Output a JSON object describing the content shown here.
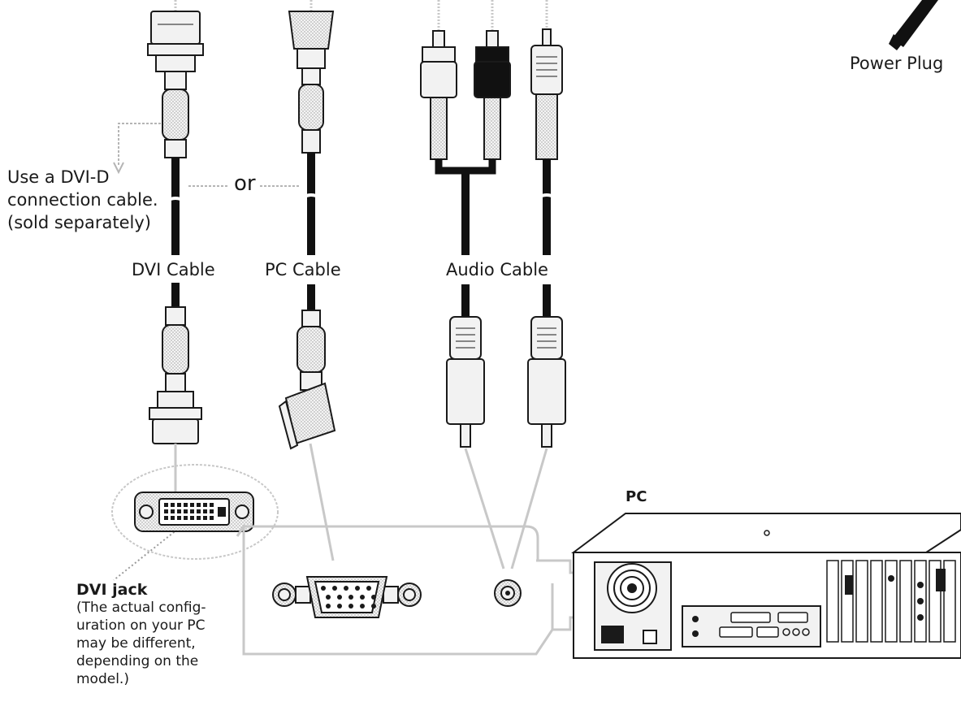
{
  "labels": {
    "power_plug": "Power Plug",
    "dvi_cable_note": [
      "Use a DVI-D",
      "connection cable.",
      "(sold separately)"
    ],
    "or": "or",
    "dvi_cable": "DVI Cable",
    "pc_cable": "PC Cable",
    "audio_cable": "Audio Cable",
    "pc": "PC",
    "dvi_jack_title": "DVI jack",
    "dvi_jack_note": [
      "(The actual config-",
      "uration on your PC",
      "may be different,",
      "depending on the",
      "model.)"
    ]
  },
  "colors": {
    "ink": "#1a1a1a",
    "connector_fill": "#f2f2f2",
    "guide_line": "#bdbdbd"
  },
  "icons": [
    "dvi-connector-icon",
    "vga-connector-icon",
    "rca-plug-icon",
    "stereo-plug-icon",
    "power-plug-icon",
    "pc-tower-icon"
  ]
}
